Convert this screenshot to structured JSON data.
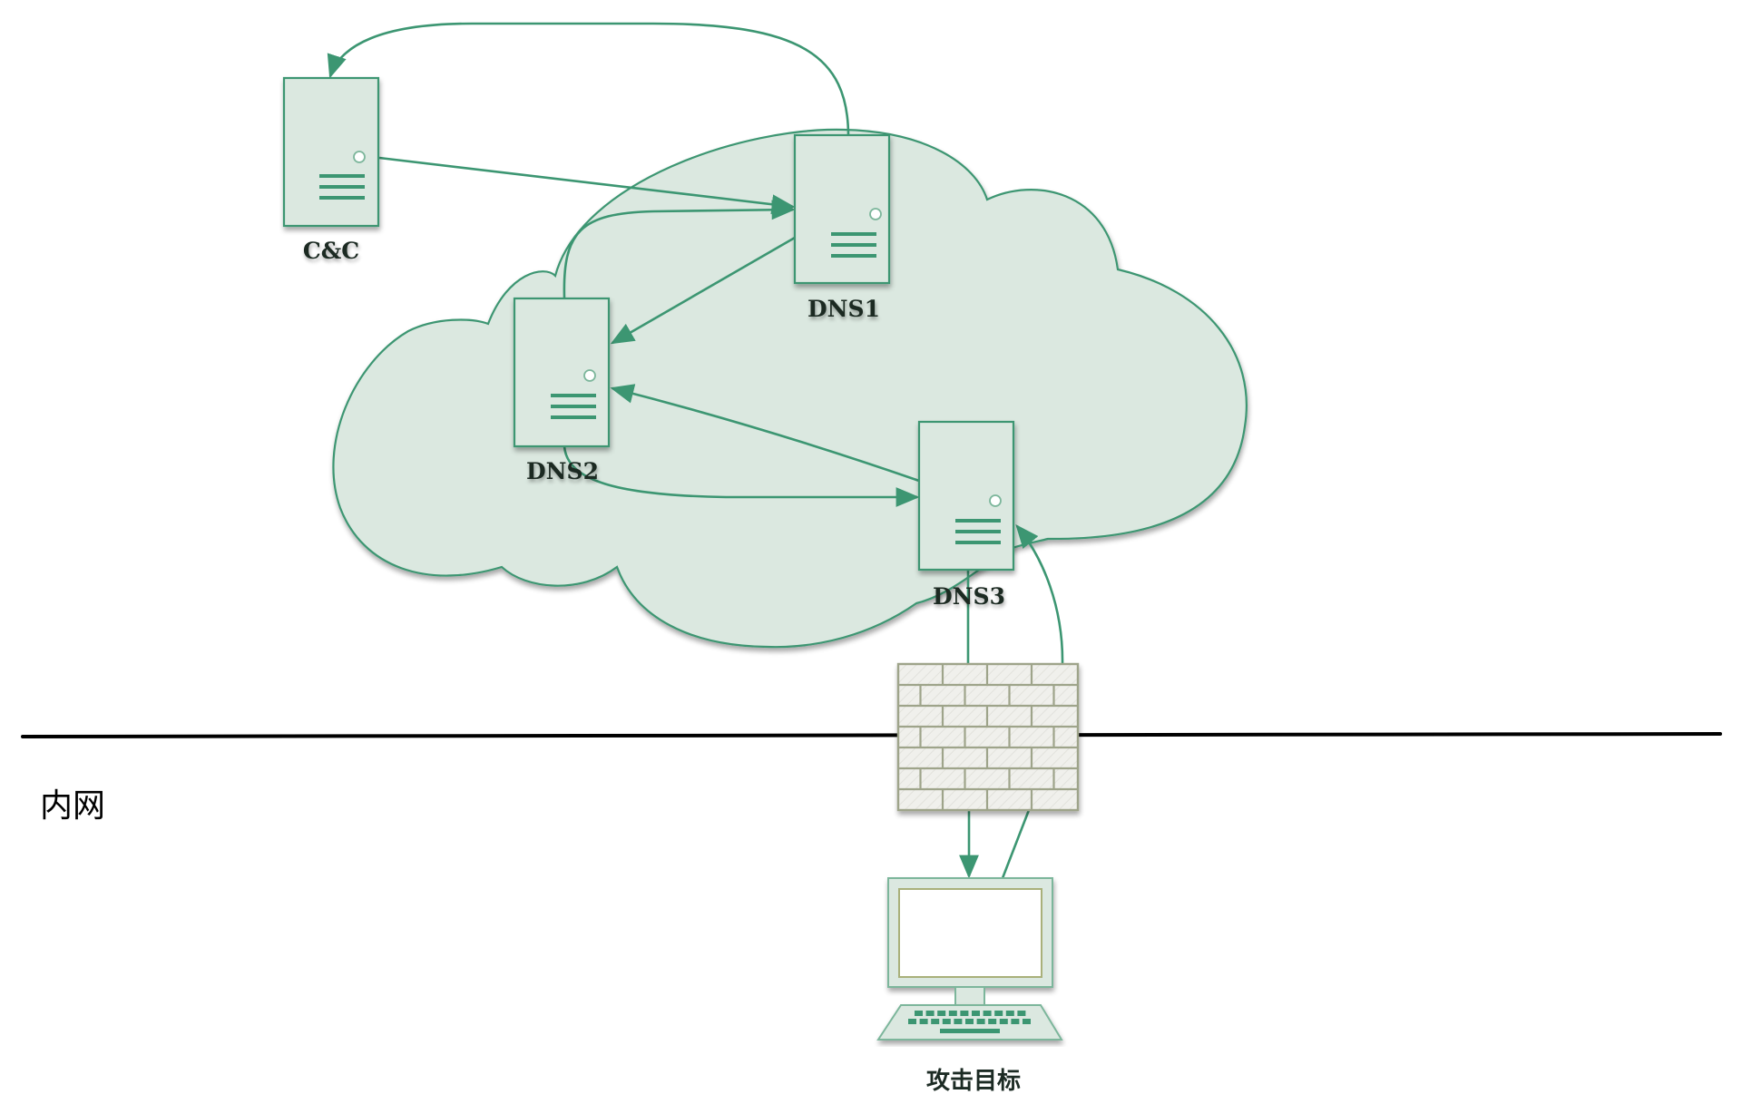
{
  "diagram": {
    "type": "network-topology",
    "subject": "DNS tunnel / DNS-based C&C communication path",
    "zones": {
      "internal_label": "内网"
    },
    "nodes": {
      "cc": {
        "label": "C&C",
        "kind": "server"
      },
      "dns1": {
        "label": "DNS1",
        "kind": "server"
      },
      "dns2": {
        "label": "DNS2",
        "kind": "server"
      },
      "dns3": {
        "label": "DNS3",
        "kind": "server"
      },
      "firewall": {
        "label": "",
        "kind": "firewall"
      },
      "target": {
        "label": "攻击目标",
        "kind": "workstation"
      }
    },
    "edges": [
      {
        "from": "cc",
        "to": "dns1",
        "style": "arrow"
      },
      {
        "from": "dns1",
        "to": "cc",
        "style": "arrow",
        "shape": "arc-over-top"
      },
      {
        "from": "dns2",
        "to": "dns1",
        "style": "arrow",
        "shape": "curve"
      },
      {
        "from": "dns1",
        "to": "dns2",
        "style": "arrow"
      },
      {
        "from": "dns3",
        "to": "dns2",
        "style": "arrow"
      },
      {
        "from": "dns2",
        "to": "dns3",
        "style": "arrow",
        "shape": "curve"
      },
      {
        "from": "dns3",
        "to": "target",
        "via": "firewall",
        "style": "arrow"
      },
      {
        "from": "target",
        "to": "dns3",
        "via": "firewall",
        "style": "arrow",
        "shape": "curve"
      }
    ],
    "colors": {
      "accent": "#3c9672",
      "cloud_fill": "#dbe8e0",
      "wall_fill": "#f0f0ec",
      "wall_mortar": "#9ea48a",
      "boundary_line": "#000000"
    }
  }
}
